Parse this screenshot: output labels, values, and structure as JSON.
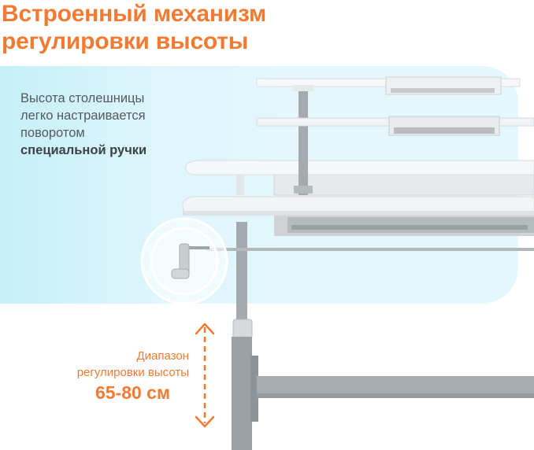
{
  "headline": {
    "line1": "Встроенный механизм",
    "line2": "регулировки высоты"
  },
  "description": {
    "line1": "Высота столешницы",
    "line2": "легко настраивается",
    "line3": "поворотом",
    "emphasis": "специальной ручки"
  },
  "height_range": {
    "caption_line1": "Диапазон",
    "caption_line2": "регулировки высоты",
    "value": "65-80 см"
  },
  "colors": {
    "accent": "#f47a32",
    "panel": "#e3f7fc",
    "text": "#555a5e",
    "frame": "#9aa0a3"
  }
}
